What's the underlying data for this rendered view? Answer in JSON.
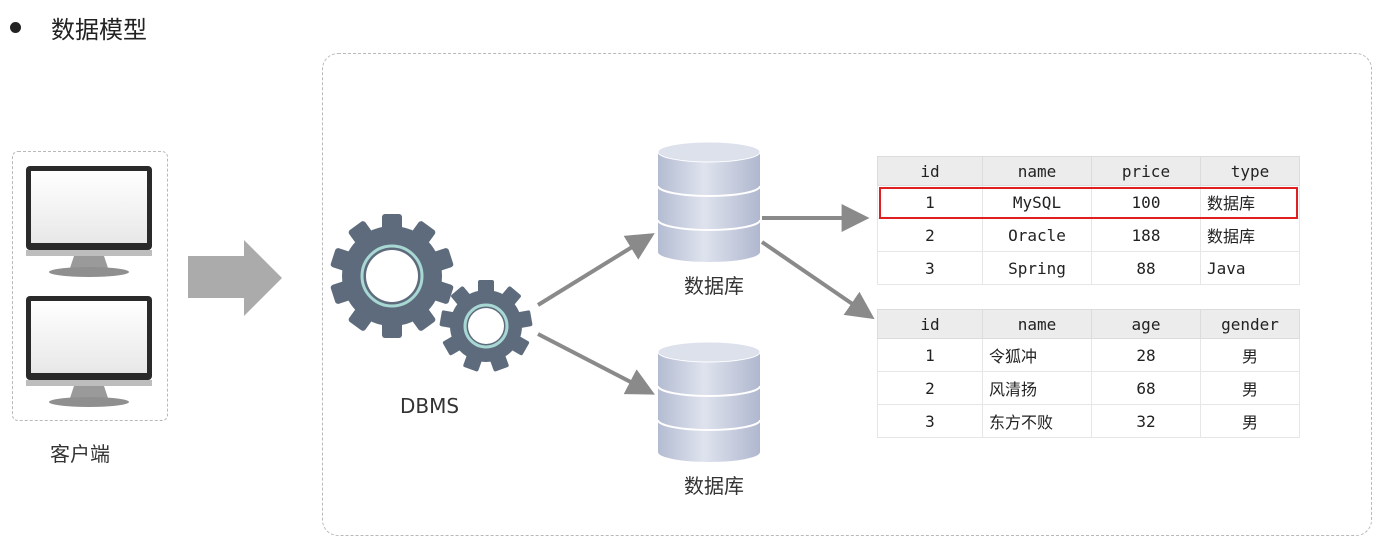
{
  "page": {
    "title": "数据模型"
  },
  "client": {
    "label": "客户端"
  },
  "dbms": {
    "label": "DBMS"
  },
  "databases": [
    {
      "label": "数据库"
    },
    {
      "label": "数据库"
    }
  ],
  "tables": [
    {
      "headers": [
        "id",
        "name",
        "price",
        "type"
      ],
      "rows": [
        [
          "1",
          "MySQL",
          "100",
          "数据库"
        ],
        [
          "2",
          "Oracle",
          "188",
          "数据库"
        ],
        [
          "3",
          "Spring",
          "88",
          "Java"
        ]
      ],
      "highlighted_row": 0
    },
    {
      "headers": [
        "id",
        "name",
        "age",
        "gender"
      ],
      "rows": [
        [
          "1",
          "令狐冲",
          "28",
          "男"
        ],
        [
          "2",
          "风清扬",
          "68",
          "男"
        ],
        [
          "3",
          "东方不败",
          "32",
          "男"
        ]
      ]
    }
  ],
  "colors": {
    "gear": "#5d6b7c",
    "gear_ring": "#a8d8d4",
    "arrow": "#8a8a8a",
    "cylinder": "#c9cfe0",
    "highlight": "#e02020"
  },
  "icons": [
    "bullet-dot-icon",
    "monitor-icon",
    "right-arrow-icon",
    "gear-icon",
    "database-icon"
  ]
}
